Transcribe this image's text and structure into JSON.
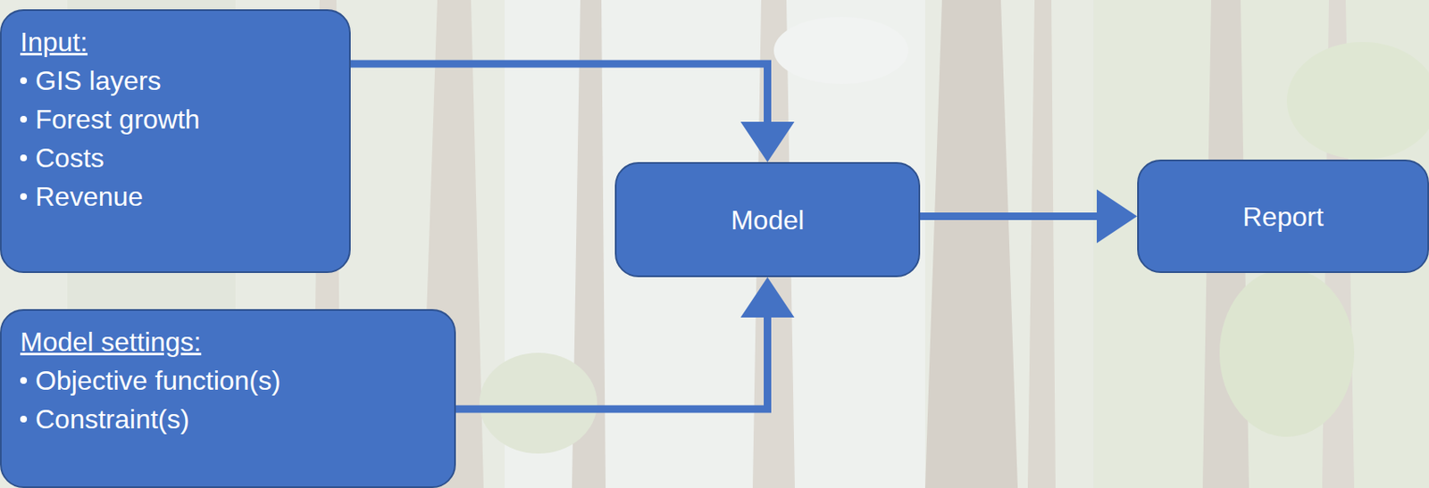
{
  "diagram": {
    "nodes": [
      {
        "text": [
          "Input:",
          "GIS layers",
          "Forest growth",
          "Costs",
          "Revenue"
        ]
      },
      {
        "text": [
          "Model settings:",
          "Objective function(s)",
          "Constraint(s)"
        ]
      },
      {
        "text": [
          "Model"
        ]
      },
      {
        "text": [
          "Report"
        ]
      }
    ],
    "edges": [
      {
        "from": 0,
        "to": 2,
        "arrow": "to"
      },
      {
        "from": 1,
        "to": 2,
        "arrow": "to"
      },
      {
        "from": 2,
        "to": 3,
        "arrow": "to"
      }
    ]
  }
}
